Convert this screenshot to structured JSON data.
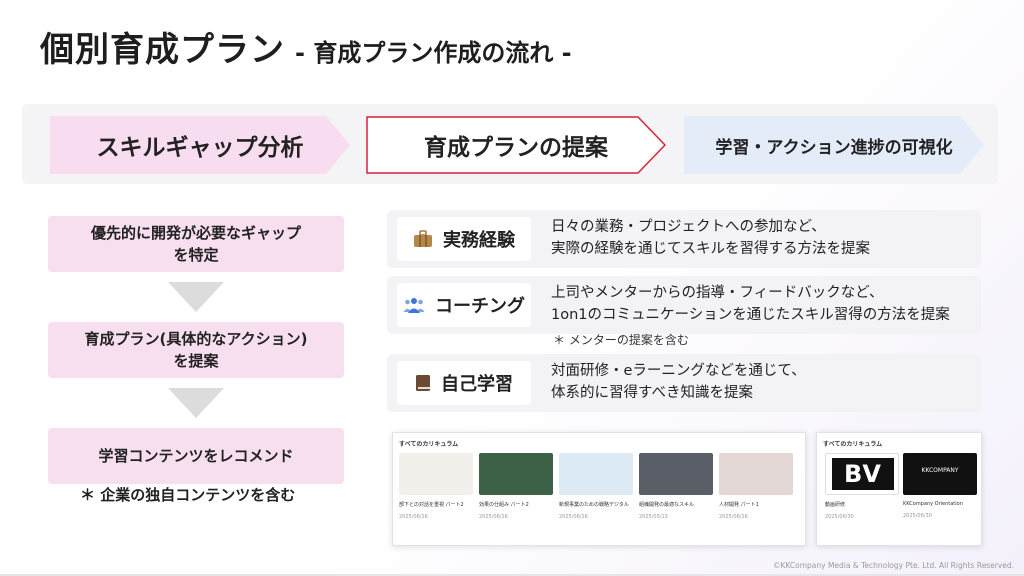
{
  "title": {
    "main": "個別育成プラン",
    "sub": "- 育成プラン作成の流れ -"
  },
  "flow": [
    {
      "label": "スキルギャップ分析"
    },
    {
      "label": "育成プランの提案"
    },
    {
      "label": "学習・アクション進捗の可視化"
    }
  ],
  "left_steps": [
    {
      "line1": "優先的に開発が必要なギャップ",
      "line2": "を特定"
    },
    {
      "line1": "育成プラン(具体的なアクション)",
      "line2": "を提案"
    },
    {
      "line1": "学習コンテンツをレコメンド"
    }
  ],
  "left_note": "＊ 企業の独自コンテンツを含む",
  "methods": [
    {
      "label": "実務経験",
      "icon": "briefcase-icon",
      "desc1": "日々の業務・プロジェクトへの参加など、",
      "desc2": "実際の経験を通じてスキルを習得する方法を提案"
    },
    {
      "label": "コーチング",
      "icon": "people-icon",
      "desc1": "上司やメンターからの指導・フィードバックなど、",
      "desc2": "1on1のコミュニケーションを通じたスキル習得の方法を提案"
    },
    {
      "label": "自己学習",
      "icon": "book-icon",
      "desc1": "対面研修・eラーニングなどを通じて、",
      "desc2": "体系的に習得すべき知識を提案"
    }
  ],
  "coaching_note": "＊ メンターの提案を含む",
  "screenshot1": {
    "heading": "すべてのカリキュラム",
    "cards": [
      {
        "caption": "部下との対話を重視 パート2",
        "date": "2025/06/16",
        "thumb_text": "",
        "bg": "#f2f0ea"
      },
      {
        "caption": "効果の仕組み パート2",
        "date": "2025/06/16",
        "thumb_text": "",
        "bg": "#3d6147"
      },
      {
        "caption": "新規事業のための戦略デジタル",
        "date": "2025/06/16",
        "thumb_text": "",
        "bg": "#dceaf5"
      },
      {
        "caption": "組織開発の最適なスキル",
        "date": "2025/05/13",
        "thumb_text": "",
        "bg": "#5a5f67"
      },
      {
        "caption": "人材開発 パート1",
        "date": "2025/06/16",
        "thumb_text": "",
        "bg": "#e3d8d5"
      }
    ]
  },
  "screenshot2": {
    "heading": "すべてのカリキュラム",
    "cards": [
      {
        "thumb_text": "BV",
        "caption": "動画研修",
        "date": "2025/06/30",
        "bg": "#ffffff"
      },
      {
        "thumb_text": "KKCOMPANY",
        "caption": "KKCompany Orientation",
        "date": "2025/06/30",
        "bg": "#111111"
      }
    ]
  },
  "copyright": "©KKCompany Media & Technology Pte. Ltd. All Rights Reserved."
}
